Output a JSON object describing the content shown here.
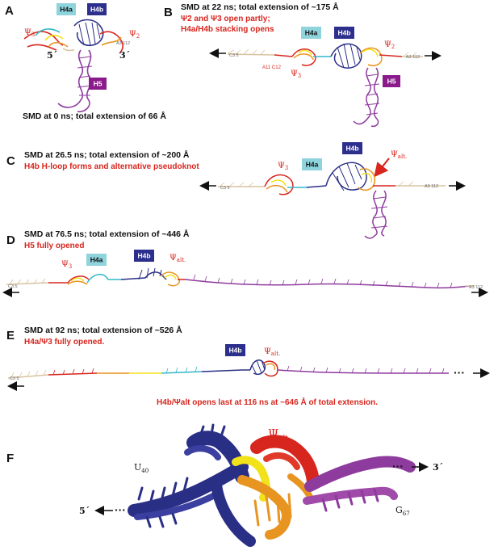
{
  "panels": {
    "a": {
      "letter": "A",
      "caption": "SMD at 0 ns; total extension of 66 Å",
      "psi3": "Ψ",
      "psi3_sub": "3",
      "psi2": "Ψ",
      "psi2_sub": "2",
      "five_prime": "5´",
      "three_prime": "3´",
      "res_tag": "A3 112"
    },
    "b": {
      "letter": "B",
      "caption": "SMD at 22 ns; total extension of ~175 Å",
      "subtitle_1": "Ψ2 and Ψ3 open partly;",
      "subtitle_2": "H4a/H4b stacking opens",
      "psi3": "Ψ",
      "psi3_sub": "3",
      "psi2": "Ψ",
      "psi2_sub": "2",
      "res_left": "C3 5",
      "res_right": "A3 112",
      "res_mid": "A11 C12"
    },
    "c": {
      "letter": "C",
      "caption": "SMD at 26.5 ns; total extension of ~200 Å",
      "subtitle": "H4b H-loop forms and alternative pseudoknot",
      "psi3": "Ψ",
      "psi3_sub": "3",
      "psi_alt": "Ψ",
      "psi_alt_sub": "alt.",
      "res_left": "C3 5",
      "res_right": "A3 112"
    },
    "d": {
      "letter": "D",
      "caption": "SMD at 76.5 ns; total extension of ~446 Å",
      "subtitle": "H5 fully opened",
      "psi3": "Ψ",
      "psi3_sub": "3",
      "psi_alt": "Ψ",
      "psi_alt_sub": "alt.",
      "res_left": "C3 5",
      "res_right": "A3 112"
    },
    "e": {
      "letter": "E",
      "caption": "SMD at 92 ns; total extension of ~526 Å",
      "subtitle": "H4a/Ψ3 fully opened.",
      "psi_alt": "Ψ",
      "psi_alt_sub": "alt.",
      "res_left": "C3 5",
      "dots": "···",
      "footnote": "H4b/Ψalt opens last at 116 ns at ~646 Å of total extension."
    },
    "f": {
      "letter": "F",
      "psi_alt": "Ψ",
      "psi_alt_sub": "alt.",
      "u_label": "U",
      "u_sub": "40",
      "g_label": "G",
      "g_sub": "67",
      "five_prime": "5´",
      "three_prime": "3´",
      "dots": "···"
    }
  },
  "tags": {
    "h4a": "H4a",
    "h4b": "H4b",
    "h5": "H5"
  },
  "colors": {
    "h4a_tag": "#8fd3dd",
    "h4b_tag": "#2c2f8c",
    "h5_tag": "#8b1a8b",
    "red_text": "#d7261e",
    "strand_purple": "#8e3b9e",
    "strand_blue": "#2a2f86",
    "strand_red": "#d7261e",
    "strand_orange": "#e89420",
    "strand_yellow": "#f2e21a",
    "strand_cyan": "#33b8c8",
    "strand_tan": "#d8c3a0"
  }
}
